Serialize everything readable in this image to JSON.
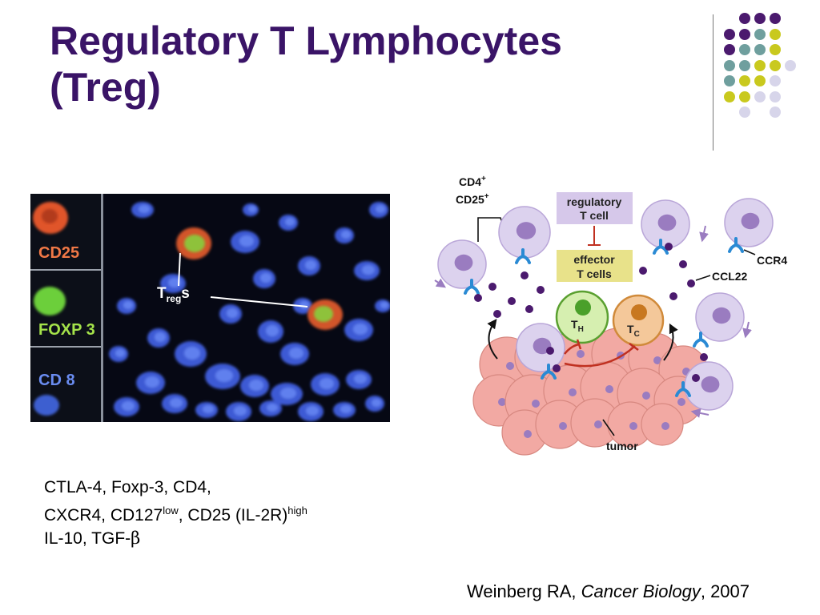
{
  "slide": {
    "title_line1": "Regulatory T Lymphocytes",
    "title_line2": "(Treg)"
  },
  "colors": {
    "title": "#3a1467",
    "dot_purple": "#4b1a6e",
    "dot_teal": "#6f9f9e",
    "dot_yellow": "#c9c91e",
    "dot_lavender": "#d7d5ea"
  },
  "micrograph": {
    "panels": [
      {
        "label": "CD25",
        "color": "#f07846"
      },
      {
        "label": "FOXP 3",
        "color": "#a4e24a"
      },
      {
        "label": "CD 8",
        "color": "#6a8cf0"
      }
    ],
    "treg_label": "T",
    "treg_sub": "reg",
    "treg_suffix": "s"
  },
  "diagram": {
    "cd4": "CD4",
    "cd4_sup": "+",
    "cd25": "CD25",
    "cd25_sup": "+",
    "regulatory_line1": "regulatory",
    "regulatory_line2": "T cell",
    "effector_line1": "effector",
    "effector_line2": "T cells",
    "th": "T",
    "th_sub": "H",
    "tc": "T",
    "tc_sub": "C",
    "ccr4": "CCR4",
    "ccl22": "CCL22",
    "tumor": "tumor"
  },
  "markers": {
    "line1": "CTLA-4, Foxp-3, CD4,",
    "line2_a": "CXCR4, CD127",
    "line2_sup1": "low",
    "line2_b": ", CD25 (IL-2R)",
    "line2_sup2": "high",
    "line3_a": "IL-10, TGF-",
    "line3_beta": "β"
  },
  "citation": {
    "author": "Weinberg RA, ",
    "book": "Cancer Biology",
    "year": ", 2007"
  }
}
